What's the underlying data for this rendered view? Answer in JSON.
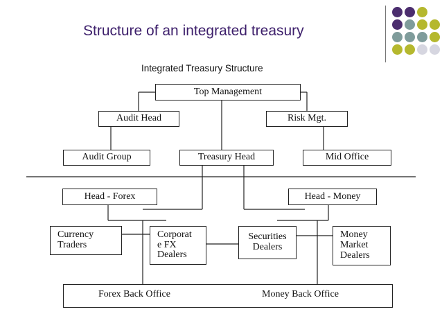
{
  "slide": {
    "title": "Structure of an integrated treasury",
    "dot_colors": [
      "#4b2d6e",
      "#7f9c9b",
      "#b5b82e",
      "#d6d6e0"
    ]
  },
  "chart": {
    "title": "Integrated Treasury Structure",
    "nodes": {
      "top_management": "Top Management",
      "audit_head": "Audit Head",
      "risk_mgt": "Risk Mgt.",
      "audit_group": "Audit Group",
      "treasury_head": "Treasury Head",
      "mid_office": "Mid Office",
      "head_forex": "Head - Forex",
      "head_money": "Head - Money",
      "currency_traders": "Currency\nTraders",
      "corporate_fx_dealers": "Corporat\ne FX\nDealers",
      "securities_dealers": "Securities\nDealers",
      "money_market_dealers": "Money\nMarket\nDealers",
      "forex_back_office": "Forex Back Office",
      "money_back_office": "Money Back Office"
    }
  }
}
